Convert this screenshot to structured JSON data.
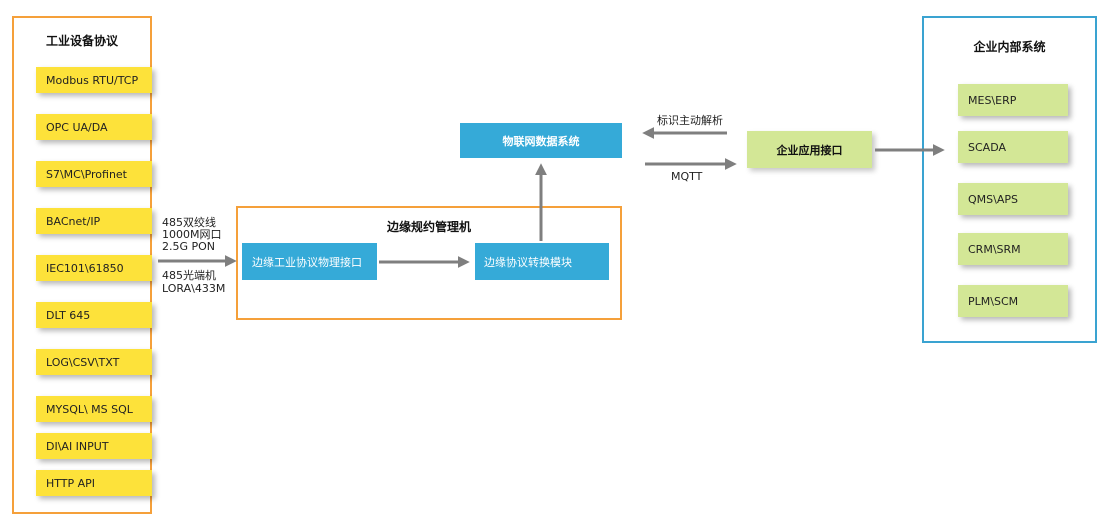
{
  "left_group": {
    "title": "工业设备协议",
    "items": [
      "Modbus RTU/TCP",
      "OPC UA/DA",
      "S7\\MC\\Profinet",
      "BACnet/IP",
      "IEC101\\61850",
      "DLT 645",
      "LOG\\CSV\\TXT",
      "MYSQL\\ MS SQL",
      "DI\\AI INPUT",
      "HTTP API"
    ]
  },
  "links": {
    "line1": "485双绞线",
    "line2": "1000M网口",
    "line3": "2.5G PON",
    "line4": "485光端机",
    "line5": "LORA\\433M"
  },
  "edge_group": {
    "title": "边缘规约管理机",
    "physical_interface": "边缘工业协议物理接口",
    "protocol_conversion": "边缘协议转换模块"
  },
  "iot_system": "物联网数据系统",
  "arrow_labels": {
    "identification": "标识主动解析",
    "mqtt": "MQTT"
  },
  "enterprise_api": "企业应用接口",
  "right_group": {
    "title": "企业内部系统",
    "items": [
      "MES\\ERP",
      "SCADA",
      "QMS\\APS",
      "CRM\\SRM",
      "PLM\\SCM"
    ]
  },
  "colors": {
    "orange_border": "#f5a03a",
    "blue_border": "#3aa3d1",
    "yellow_box": "#fde23a",
    "green_box": "#d3e796",
    "blue_box": "#35aad8",
    "arrow_gray": "#7f7f7f"
  }
}
